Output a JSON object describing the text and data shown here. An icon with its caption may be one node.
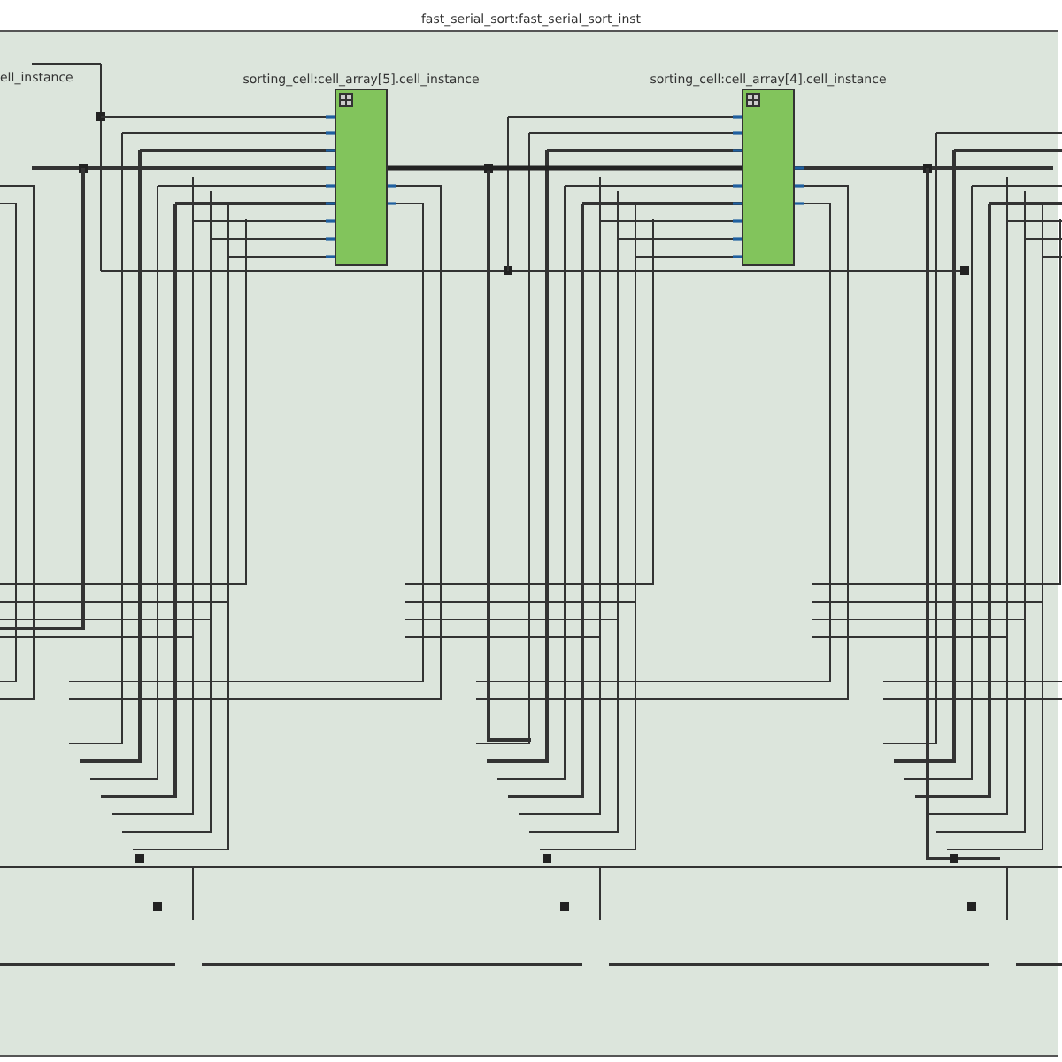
{
  "diagram": {
    "nodes": [
      {
        "text": [
          "fast_serial_sort:fast_serial_sort_inst"
        ]
      },
      {
        "text": [
          "sorting_cell:cell_array[5].cell_instance"
        ],
        "in": 0
      },
      {
        "text": [
          "sorting_cell:cell_array[4].cell_instance"
        ],
        "in": 0
      }
    ],
    "edges": [
      {
        "from": 1,
        "to": 2,
        "arrow": "none"
      }
    ],
    "labels": [
      "ell_instance"
    ]
  }
}
